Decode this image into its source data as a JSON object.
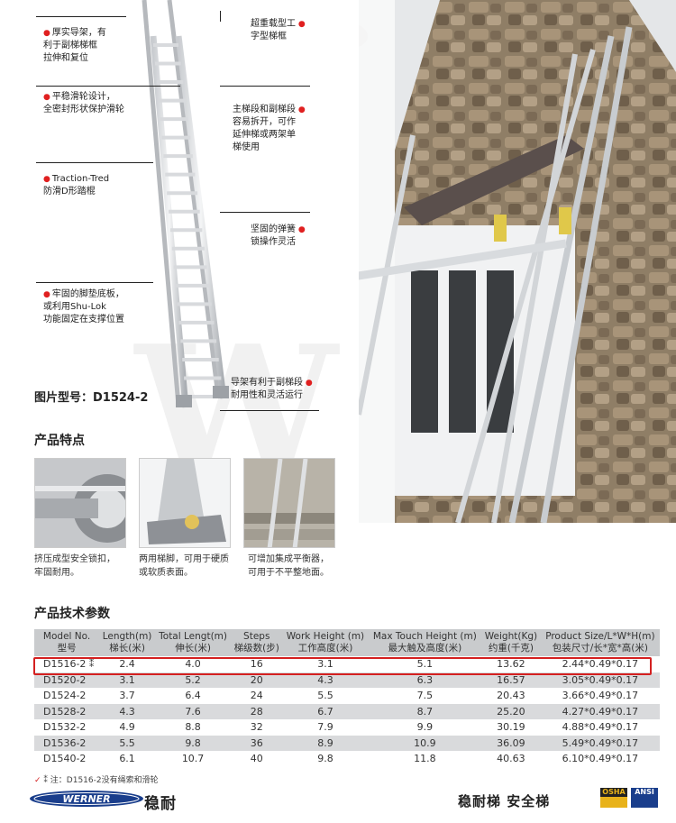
{
  "callouts": [
    {
      "id": "guide",
      "lines": [
        "厚实导架，有",
        "利于副梯梯框",
        "拉伸和复位"
      ]
    },
    {
      "id": "pulley",
      "lines": [
        "平稳滑轮设计，",
        "全密封形状保护滑轮"
      ]
    },
    {
      "id": "traction",
      "lines": [
        "Traction-Tred",
        "防滑D形踏棍"
      ]
    },
    {
      "id": "feet",
      "lines": [
        "牢固的脚垫底板，",
        "或利用Shu-Lok",
        "功能固定在支撑位置"
      ]
    },
    {
      "id": "heavy",
      "lines": [
        "超重载型工",
        "字型梯框"
      ]
    },
    {
      "id": "detach",
      "lines": [
        "主梯段和副梯段",
        "容易拆开，可作",
        "延伸梯或两架单",
        "梯使用"
      ]
    },
    {
      "id": "spring",
      "lines": [
        "坚固的弹簧",
        "锁操作灵活"
      ]
    },
    {
      "id": "guideb",
      "lines": [
        "导架有利于副梯段",
        "耐用性和灵活运行"
      ]
    }
  ],
  "model_caption": "图片型号：D1524-2",
  "features": {
    "title": "产品特点",
    "items": [
      {
        "lines": [
          "挤压成型安全锁扣，",
          "牢固耐用。"
        ]
      },
      {
        "lines": [
          "两用梯脚，可用于硬质",
          "或软质表面。"
        ]
      },
      {
        "lines": [
          "可增加集成平衡器，",
          "可用于不平整地面。"
        ]
      }
    ]
  },
  "specs": {
    "title": "产品技术参数",
    "headers": [
      [
        "Model No.",
        "型号"
      ],
      [
        "Length(m)",
        "梯长(米)"
      ],
      [
        "Total Lengt(m)",
        "伸长(米)"
      ],
      [
        "Steps",
        "梯级数(步)"
      ],
      [
        "Work Height (m)",
        "工作高度(米)"
      ],
      [
        "Max Touch Height (m)",
        "最大触及高度(米)"
      ],
      [
        "Weight(Kg)",
        "约重(千克)"
      ],
      [
        "Product Size/L*W*H(m)",
        "包装尺寸/长*宽*高(米)"
      ]
    ],
    "rows": [
      [
        "D1516-2 ⁑",
        "2.4",
        "4.0",
        "16",
        "3.1",
        "5.1",
        "13.62",
        "2.44*0.49*0.17"
      ],
      [
        "D1520-2",
        "3.1",
        "5.2",
        "20",
        "4.3",
        "6.3",
        "16.57",
        "3.05*0.49*0.17"
      ],
      [
        "D1524-2",
        "3.7",
        "6.4",
        "24",
        "5.5",
        "7.5",
        "20.43",
        "3.66*0.49*0.17"
      ],
      [
        "D1528-2",
        "4.3",
        "7.6",
        "28",
        "6.7",
        "8.7",
        "25.20",
        "4.27*0.49*0.17"
      ],
      [
        "D1532-2",
        "4.9",
        "8.8",
        "32",
        "7.9",
        "9.9",
        "30.19",
        "4.88*0.49*0.17"
      ],
      [
        "D1536-2",
        "5.5",
        "9.8",
        "36",
        "8.9",
        "10.9",
        "36.09",
        "5.49*0.49*0.17"
      ],
      [
        "D1540-2",
        "6.1",
        "10.7",
        "40",
        "9.8",
        "11.8",
        "40.63",
        "6.10*0.49*0.17"
      ]
    ],
    "footnote": "⁑ 注：D1516-2没有绳索和滑轮"
  },
  "footer": {
    "logo_text": "WERNER",
    "brand_cn": "稳耐",
    "slogan": "稳耐梯 安全梯",
    "badge_osha": "OSHA",
    "badge_ansi": "ANSI"
  },
  "colors": {
    "highlight": "#d42020",
    "header_bg": "#c9cbcd",
    "stripe": "#d9dadc",
    "logo_blue": "#1a3e8c"
  }
}
